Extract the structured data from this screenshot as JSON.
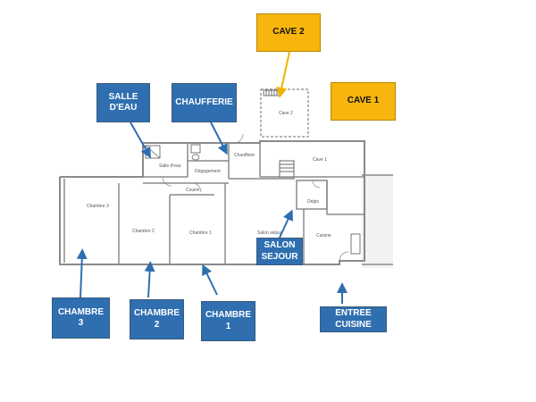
{
  "callouts": {
    "cave2": "CAVE 2",
    "cave1": "CAVE 1",
    "salle_eau": "SALLE\nD'EAU",
    "chaufferie": "CHAUFFERIE",
    "salon_sejour": "SALON\nSEJOUR",
    "chambre3": "CHAMBRE\n3",
    "chambre2": "CHAMBRE\n2",
    "chambre1": "CHAMBRE\n1",
    "entree_cuisine": "ENTREE\nCUISINE"
  },
  "plan_labels": {
    "cave2": "Cave 2",
    "cave1": "Cave 1",
    "salle_eau": "Salle d'eau",
    "chaufferie": "Chaufferie",
    "degagement": "Dégagement",
    "couloir": "Couloir",
    "degts": "Dégts",
    "chambre3": "Chambre 3",
    "chambre2": "Chambre 2",
    "chambre1": "Chambre 1",
    "salon_sejour": "Salon séjour",
    "cuisine": "Cuisine"
  },
  "colors": {
    "callout_blue": "#2f6fb0",
    "callout_gold": "#f7b50d",
    "wall": "#8a8a8a",
    "arrow_blue": "#2f6fb0",
    "arrow_gold": "#f0b400"
  }
}
